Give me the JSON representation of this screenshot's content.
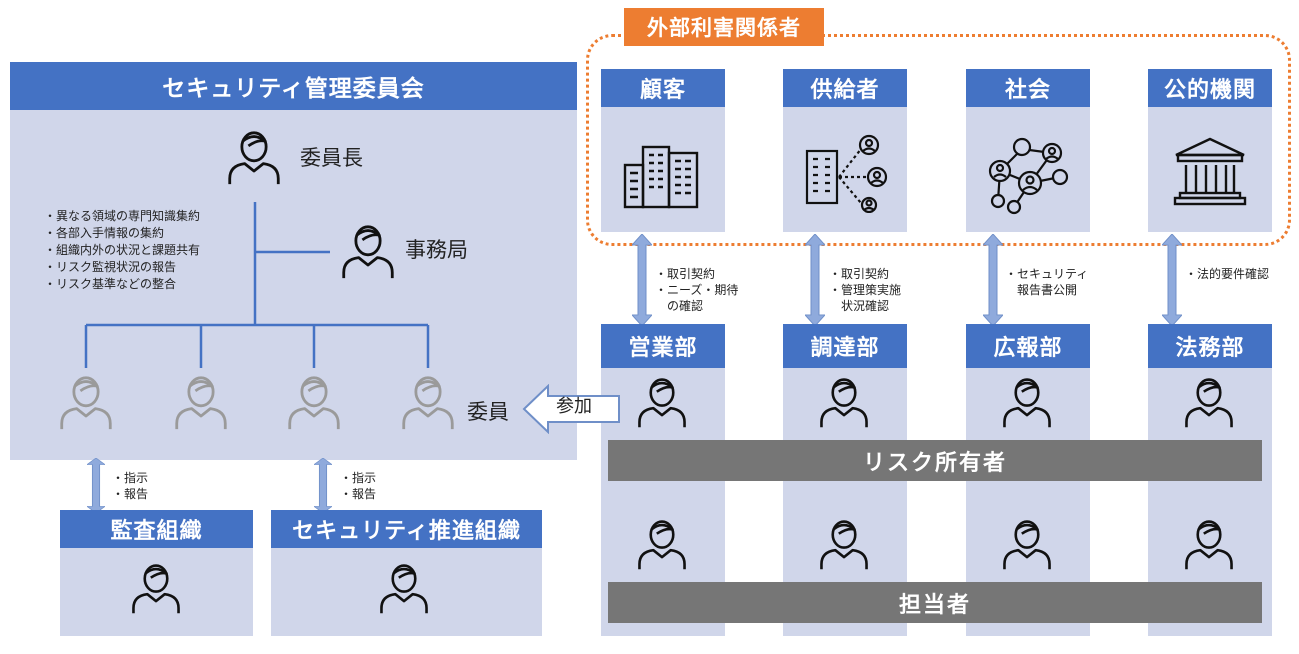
{
  "committee": {
    "title": "セキュリティ管理委員会",
    "chair_label": "委員長",
    "secretariat_label": "事務局",
    "member_label": "委員",
    "notes": [
      "・異なる領域の専門知識集約",
      "・各部入手情報の集約",
      "・組織内外の状況と課題共有",
      "・リスク監視状況の報告",
      "・リスク基準などの整合"
    ]
  },
  "join_label": "参加",
  "audit": {
    "title": "監査組織",
    "link_notes": [
      "・指示",
      "・報告"
    ]
  },
  "promotion": {
    "title": "セキュリティ推進組織",
    "link_notes": [
      "・指示",
      "・報告"
    ]
  },
  "external": {
    "title": "外部利害関係者",
    "colors": {
      "border": "#ED7D31",
      "label_bg": "#ED7D31"
    },
    "parties": [
      {
        "name": "顧客",
        "icon": "office-buildings-icon"
      },
      {
        "name": "供給者",
        "icon": "supplier-network-icon"
      },
      {
        "name": "社会",
        "icon": "social-network-icon"
      },
      {
        "name": "公的機関",
        "icon": "government-building-icon"
      }
    ]
  },
  "departments": [
    {
      "name": "営業部",
      "link_notes": [
        "・取引契約",
        "・ニーズ・期待",
        "　の確認"
      ]
    },
    {
      "name": "調達部",
      "link_notes": [
        "・取引契約",
        "・管理策実施",
        "　状況確認"
      ]
    },
    {
      "name": "広報部",
      "link_notes": [
        "・セキュリティ",
        "　報告書公開"
      ]
    },
    {
      "name": "法務部",
      "link_notes": [
        "・法的要件確認"
      ]
    }
  ],
  "risk_owner_label": "リスク所有者",
  "staff_label": "担当者",
  "colors": {
    "header_blue": "#4472C4",
    "panel": "#D0D6EA",
    "arrow": "#8FAADC",
    "band_gray": "#767676"
  }
}
